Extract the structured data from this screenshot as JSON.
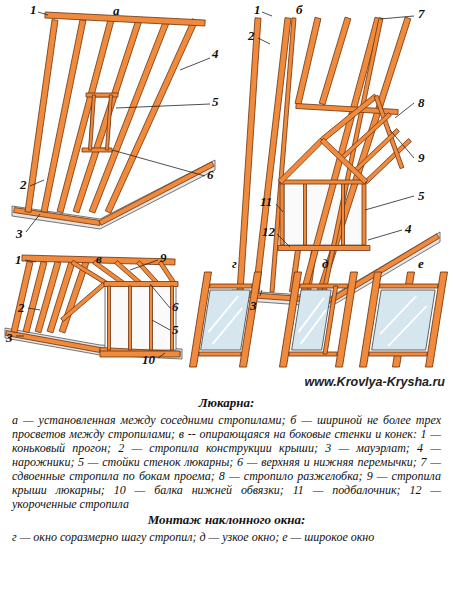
{
  "diagram": {
    "title": "Люкарна:",
    "labels": [
      "1",
      "а",
      "4",
      "5",
      "6",
      "2",
      "3",
      "1",
      "б",
      "7",
      "2",
      "8",
      "9",
      "5",
      "11",
      "4",
      "12",
      "3",
      "1",
      "в",
      "9",
      "2",
      "6",
      "5",
      "3",
      "10",
      "г",
      "д",
      "е",
      "www.Krovlya-Krysha.ru",
      "а — установленная между соседними стропилами; б — шириной не более трех просветов между стропилами; в -- опирающаяся на боковые стенки и конек: 1 — коньковый прогон; 2 — стропила конструкции крыши; 3 — мауэрлат; 4 — нарожники; 5 — стойки стенок люкарны; 6 — верхняя и нижняя перемычки; 7 — сдвоенные стропила по бокам проема; 8 — стропило разжелобка; 9 — стропила крыши люкарны; 10 — балка нижней обвязки; 11 — подбалочник; 12 — укороченные стропила",
      "Монтаж наклонного окна:",
      "г — окно соразмерно шагу стропил; д — узкое окно; е — широкое окно"
    ]
  }
}
